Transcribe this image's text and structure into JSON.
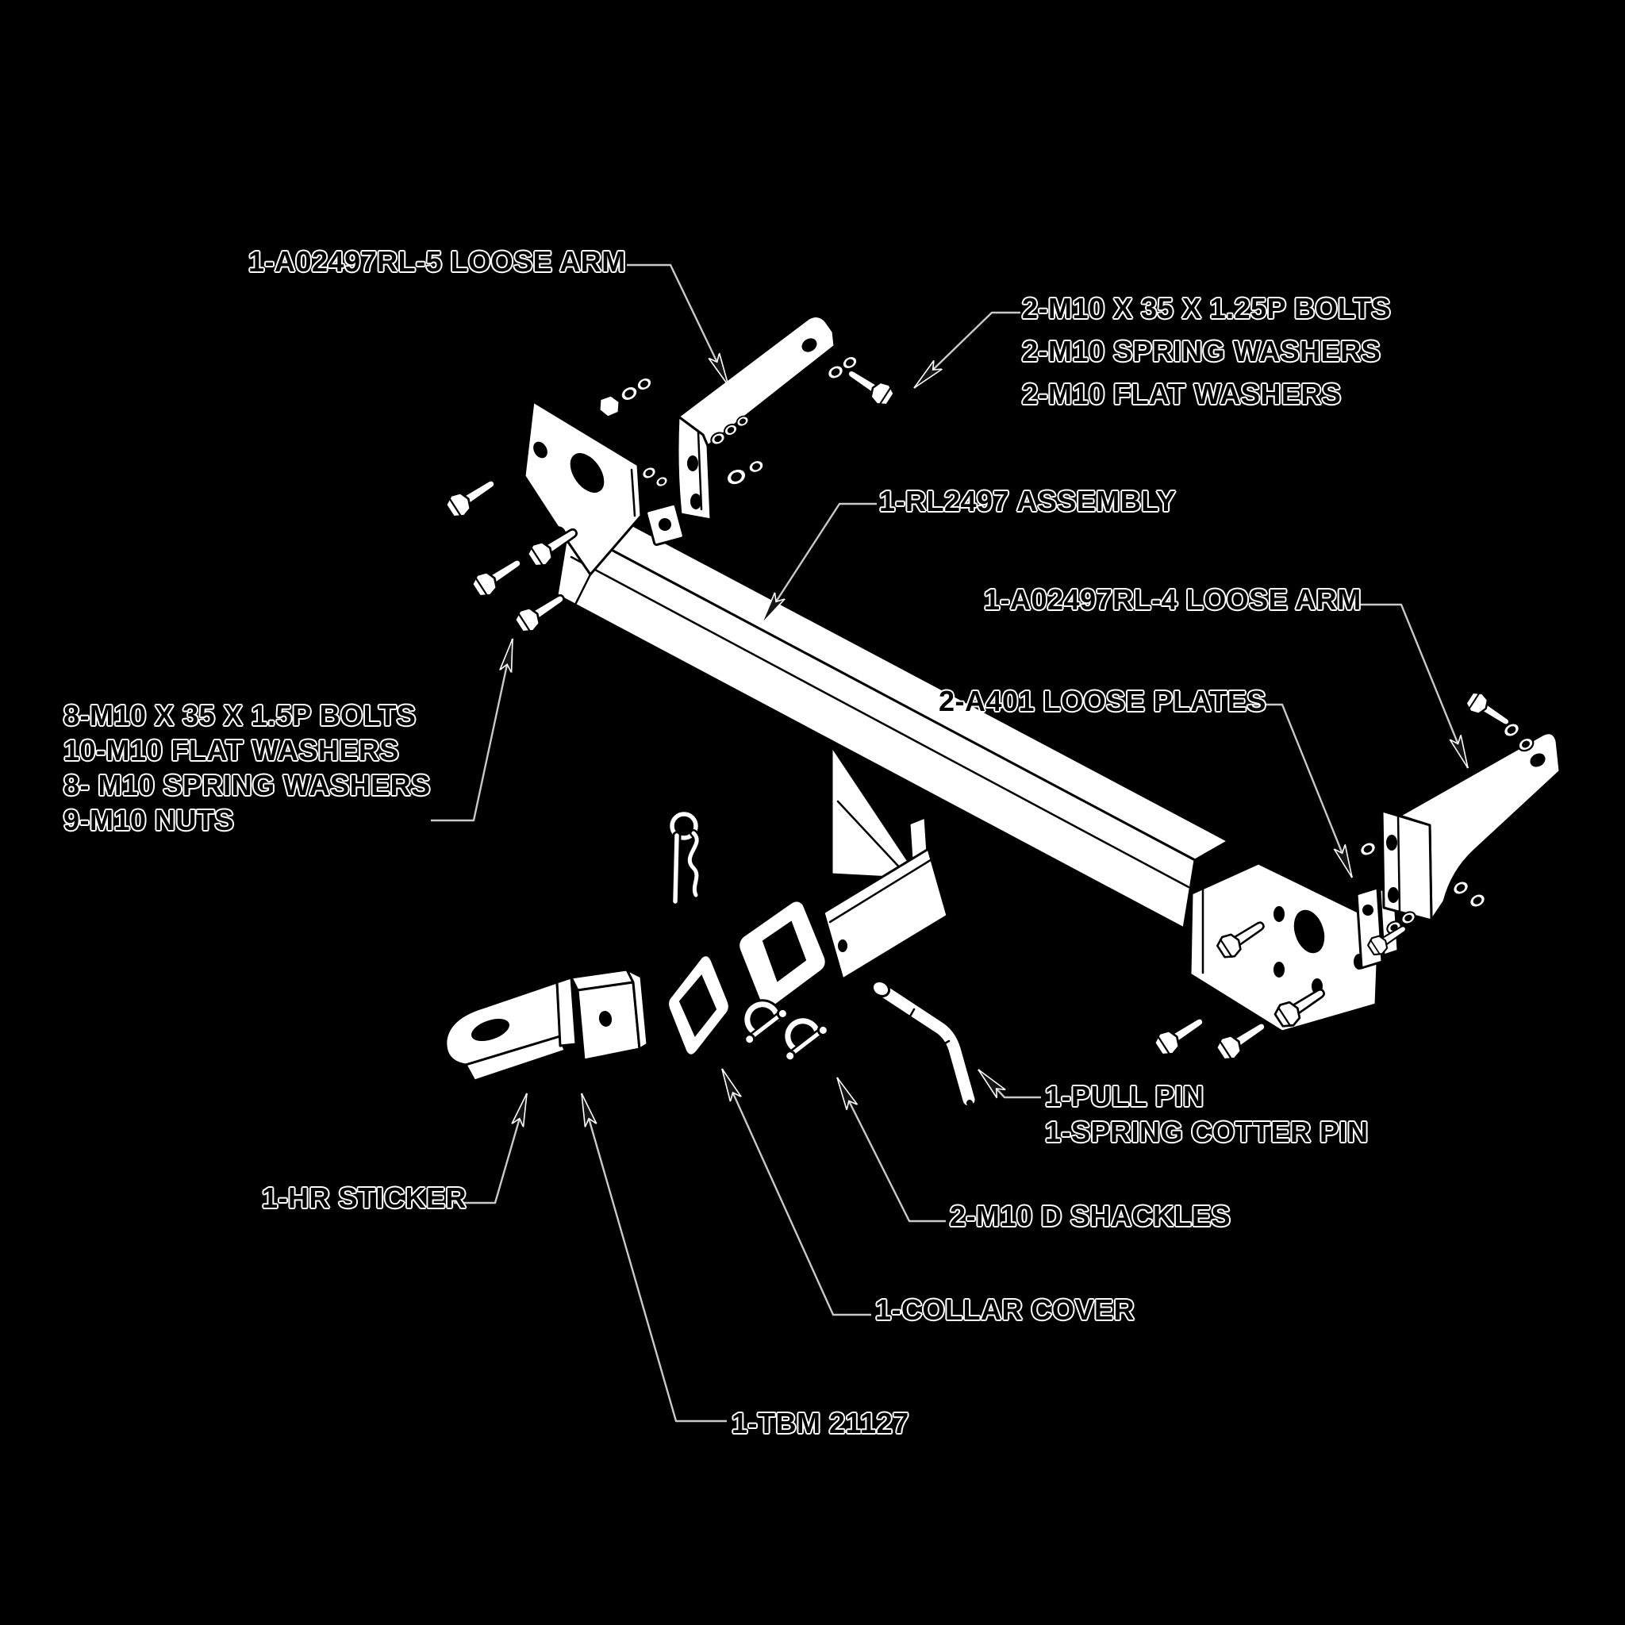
{
  "diagram": {
    "title_hidden": "",
    "labels": {
      "loose_arm_5": "1-A02497RL-5 LOOSE ARM",
      "bolt_kit_right": [
        "2-M10 X 35 X 1.25P BOLTS",
        "2-M10 SPRING WASHERS",
        "2-M10 FLAT WASHERS"
      ],
      "assembly": "1-RL2497 ASSEMBLY",
      "loose_arm_4": "1-A02497RL-4 LOOSE ARM",
      "loose_plates": "2-A401 LOOSE PLATES",
      "bolt_kit_left": [
        "8-M10 X 35 X 1.5P BOLTS",
        "10-M10 FLAT WASHERS",
        "8- M10 SPRING WASHERS",
        "9-M10 NUTS"
      ],
      "pull_pin": "1-PULL PIN",
      "spring_cotter_pin": "1-SPRING COTTER PIN",
      "d_shackles": "2-M10 D SHACKLES",
      "collar_cover": "1-COLLAR COVER",
      "hr_sticker": "1-HR STICKER",
      "tbm": "1-TBM 21127"
    },
    "colors": {
      "background": "#000000",
      "part_fill": "#ffffff",
      "part_outline": "#000000",
      "leader_line": "#c9c9c9",
      "text": "#000000",
      "text_halo": "#ffffff"
    }
  }
}
